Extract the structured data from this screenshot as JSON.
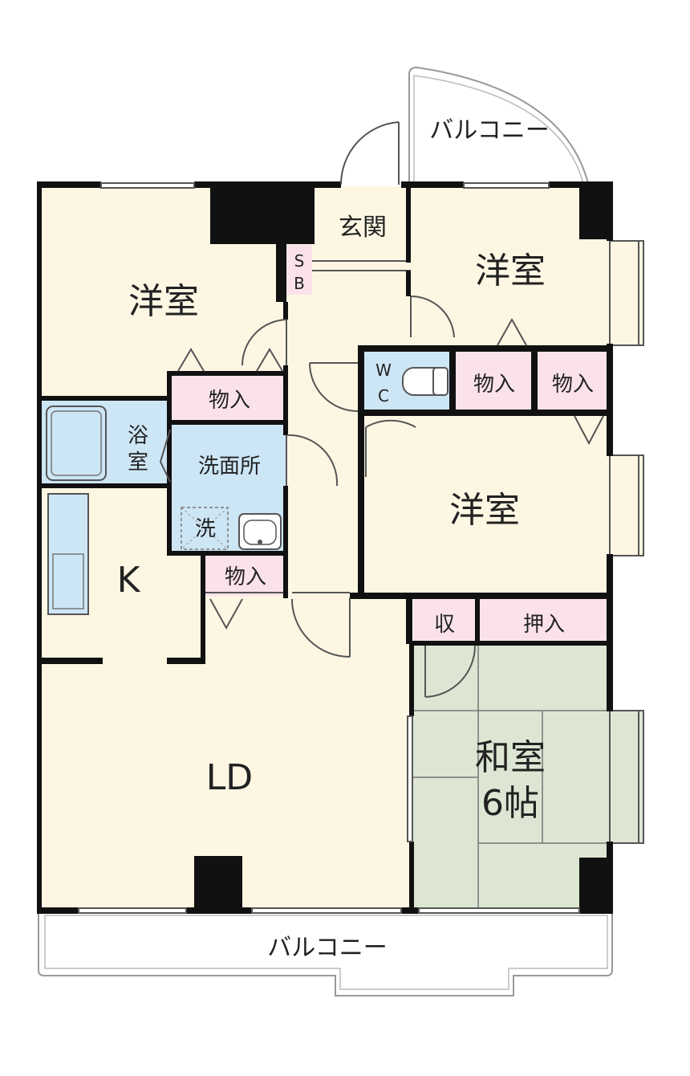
{
  "colors": {
    "floor": "#fdf6e3",
    "tatami": "#dde6d3",
    "storage": "#fbe2ea",
    "wet": "#cde6f6",
    "wall": "#111111",
    "balcony": "#ffffff"
  },
  "rooms": {
    "west_bedroom": "洋室",
    "entrance": "玄関",
    "shoe_box_top": "S",
    "shoe_box_bottom": "B",
    "ne_bedroom": "洋室",
    "wc_top": "W",
    "wc_bottom": "C",
    "closet_a": "物入",
    "closet_b": "物入",
    "closet_c": "物入",
    "closet_d": "物入",
    "bath_top": "浴",
    "bath_bottom": "室",
    "washroom": "洗面所",
    "washer": "洗",
    "mid_bedroom": "洋室",
    "kitchen": "K",
    "living_dining": "LD",
    "storage_small": "収",
    "oshiire": "押入",
    "japanese_room": "和室",
    "japanese_room_size": "6帖"
  },
  "balconies": {
    "north": "バルコニー",
    "south": "バルコニー"
  },
  "icons": [
    "door-swing-icon",
    "toilet-icon",
    "bathtub-icon",
    "sink-icon",
    "stove-counter-icon",
    "washer-pan-icon",
    "storage-triangle-icon"
  ]
}
